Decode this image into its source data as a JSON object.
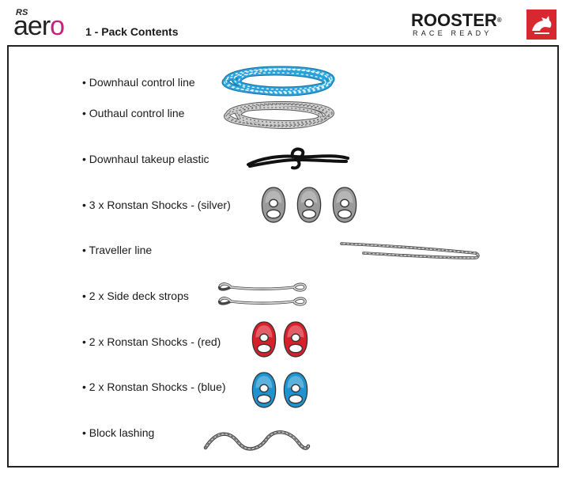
{
  "header": {
    "brand_small": "RS",
    "brand_main_a": "aer",
    "brand_main_b": "o",
    "title": "1 - Pack Contents",
    "rooster_name": "ROOSTER",
    "rooster_reg": "®",
    "rooster_tagline": "RACE READY"
  },
  "colors": {
    "aero_accent": "#c8217f",
    "rooster_red": "#d8282f",
    "shock_silver": "#9a9a9a",
    "shock_red": "#d8202b",
    "shock_blue": "#1e93d0",
    "rope_blue": "#2aa3dc"
  },
  "items": [
    {
      "label": "• Downhaul control line",
      "icon": "blue-rope-coil-icon"
    },
    {
      "label": "• Outhaul control line",
      "icon": "grey-rope-coil-icon"
    },
    {
      "label": "• Downhaul takeup elastic",
      "icon": "black-elastic-icon"
    },
    {
      "label": "• 3 x Ronstan Shocks - (silver)",
      "icon": "silver-shock-icon"
    },
    {
      "label": "• Traveller line",
      "icon": "traveller-line-icon"
    },
    {
      "label": "• 2 x Side deck strops",
      "icon": "deck-strop-icon"
    },
    {
      "label": "• 2 x Ronstan Shocks - (red)",
      "icon": "red-shock-icon"
    },
    {
      "label": "• 2 x Ronstan Shocks - (blue)",
      "icon": "blue-shock-icon"
    },
    {
      "label": "• Block lashing",
      "icon": "block-lashing-icon"
    }
  ]
}
